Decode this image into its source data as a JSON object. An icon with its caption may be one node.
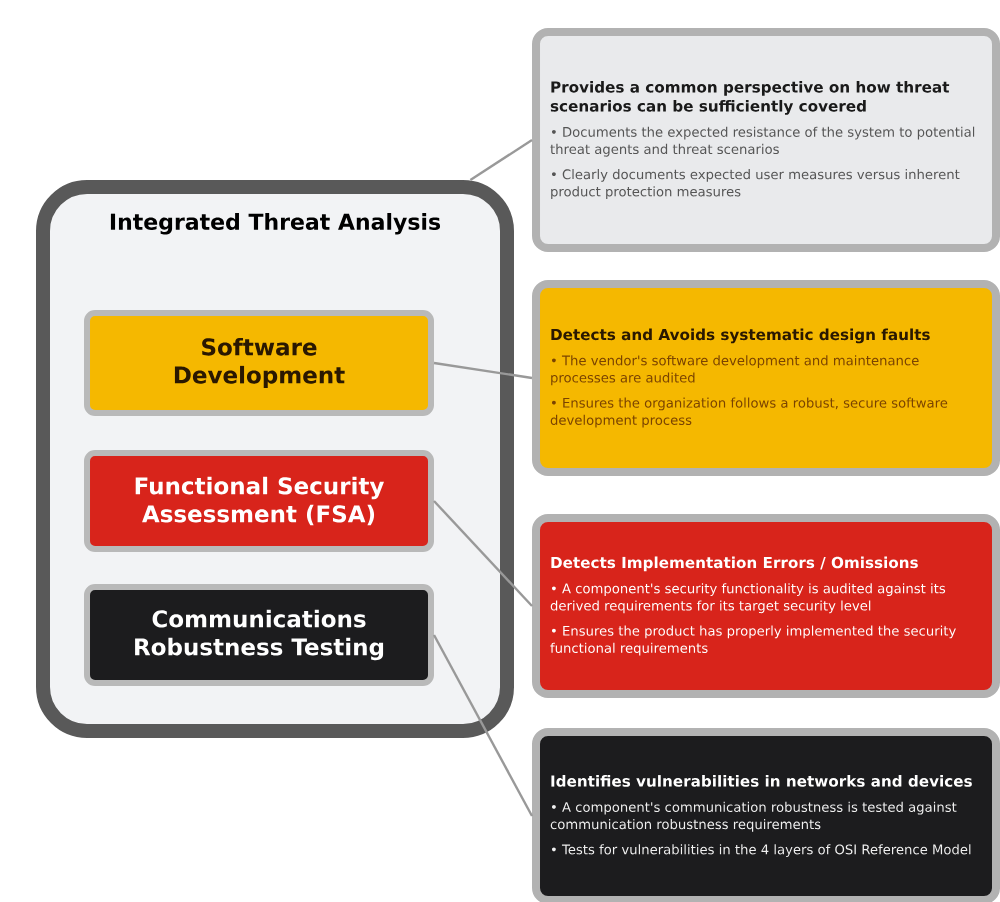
{
  "diagram": {
    "nodes": [
      {
        "text": [
          "Integrated Threat Analysis"
        ]
      },
      {
        "text": [
          "Software Development"
        ],
        "in": 0
      },
      {
        "text": [
          "Functional Security Assessment (FSA)"
        ],
        "in": 0
      },
      {
        "text": [
          "Communications Robustness Testing"
        ],
        "in": 0
      },
      {
        "text": [
          "Provides a common perspective on how threat scenarios can be sufficiently covered",
          "• Documents the expected resistance of the system to potential threat agents and threat scenarios",
          "• Clearly documents expected user measures versus inherent product protection measures"
        ]
      },
      {
        "text": [
          "Detects and Avoids systematic design faults",
          "• The vendor's software development and maintenance processes are audited",
          "• Ensures the organization follows a robust, secure software development process"
        ]
      },
      {
        "text": [
          "Detects Implementation Errors / Omissions",
          "• A component's security functionality is audited against its derived requirements for its target security level",
          "• Ensures the product has properly implemented the security functional requirements"
        ]
      },
      {
        "text": [
          "Identifies vulnerabilities in networks and devices",
          "• A component's communication robustness is tested against communication robustness requirements",
          "• Tests for vulnerabilities in the 4 layers of OSI Reference Model"
        ]
      }
    ],
    "edges": [
      {
        "from": 0,
        "to": 4,
        "arrow": "none"
      },
      {
        "from": 1,
        "to": 5,
        "arrow": "none"
      },
      {
        "from": 2,
        "to": 6,
        "arrow": "none"
      },
      {
        "from": 3,
        "to": 7,
        "arrow": "none"
      }
    ]
  }
}
